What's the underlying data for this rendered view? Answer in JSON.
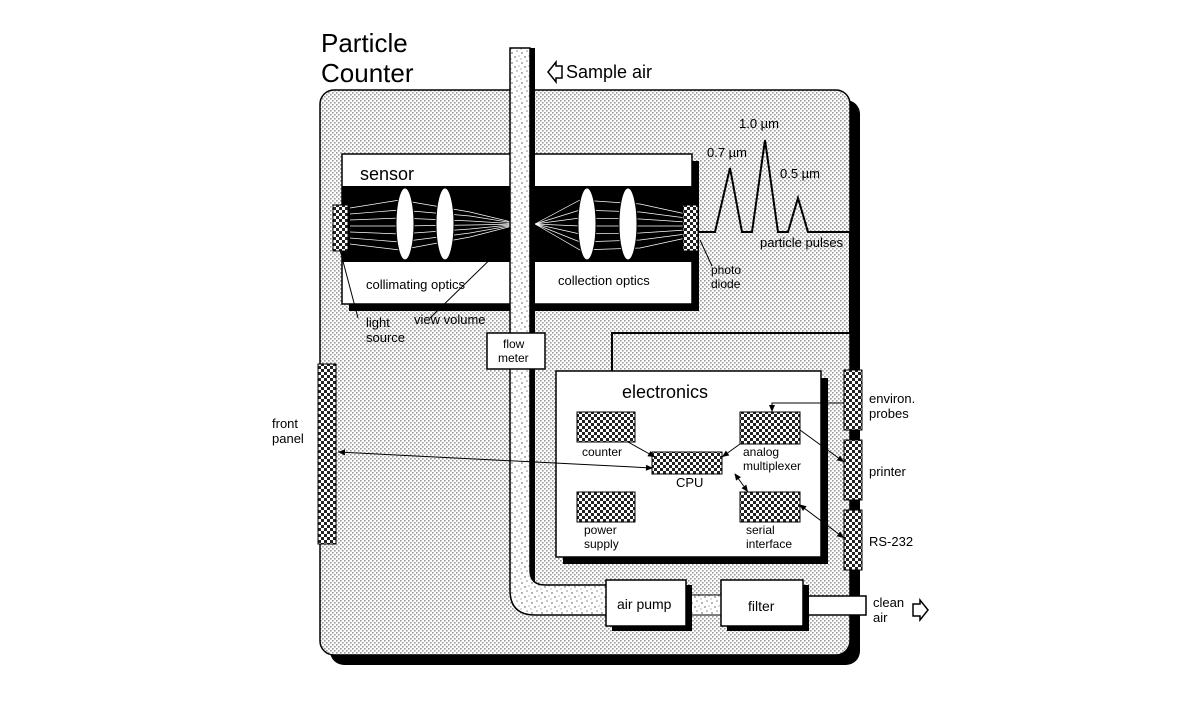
{
  "title_line1": "Particle",
  "title_line2": "Counter",
  "sample_air": "Sample air",
  "clean_air_line1": "clean",
  "clean_air_line2": "air",
  "sensor": {
    "label": "sensor",
    "collimating_optics": "collimating optics",
    "collection_optics": "collection optics",
    "view_volume": "view volume",
    "light_source_line1": "light",
    "light_source_line2": "source",
    "photo_diode_line1": "photo",
    "photo_diode_line2": "diode"
  },
  "pulses": {
    "label": "particle pulses",
    "size_1": "0.7 µm",
    "size_2": "1.0 µm",
    "size_3": "0.5 µm"
  },
  "flow_meter_line1": "flow",
  "flow_meter_line2": "meter",
  "electronics": {
    "label": "electronics",
    "counter": "counter",
    "analog_line1": "analog",
    "analog_line2": "multiplexer",
    "cpu": "CPU",
    "power_line1": "power",
    "power_line2": "supply",
    "serial_line1": "serial",
    "serial_line2": "interface"
  },
  "front_panel_line1": "front",
  "front_panel_line2": "panel",
  "environ_line1": "environ.",
  "environ_line2": "probes",
  "printer": "printer",
  "rs232": "RS-232",
  "air_pump": "air pump",
  "filter": "filter"
}
